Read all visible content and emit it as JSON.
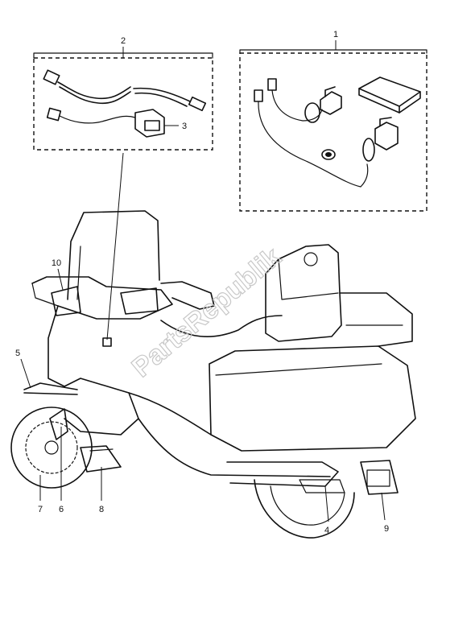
{
  "diagram": {
    "watermark": "PartsRepublik",
    "callouts": {
      "c1": "1",
      "c2": "2",
      "c3": "3",
      "c4": "4",
      "c5": "5",
      "c6": "6",
      "c7": "7",
      "c8": "8",
      "c9": "9",
      "c10": "10"
    }
  }
}
